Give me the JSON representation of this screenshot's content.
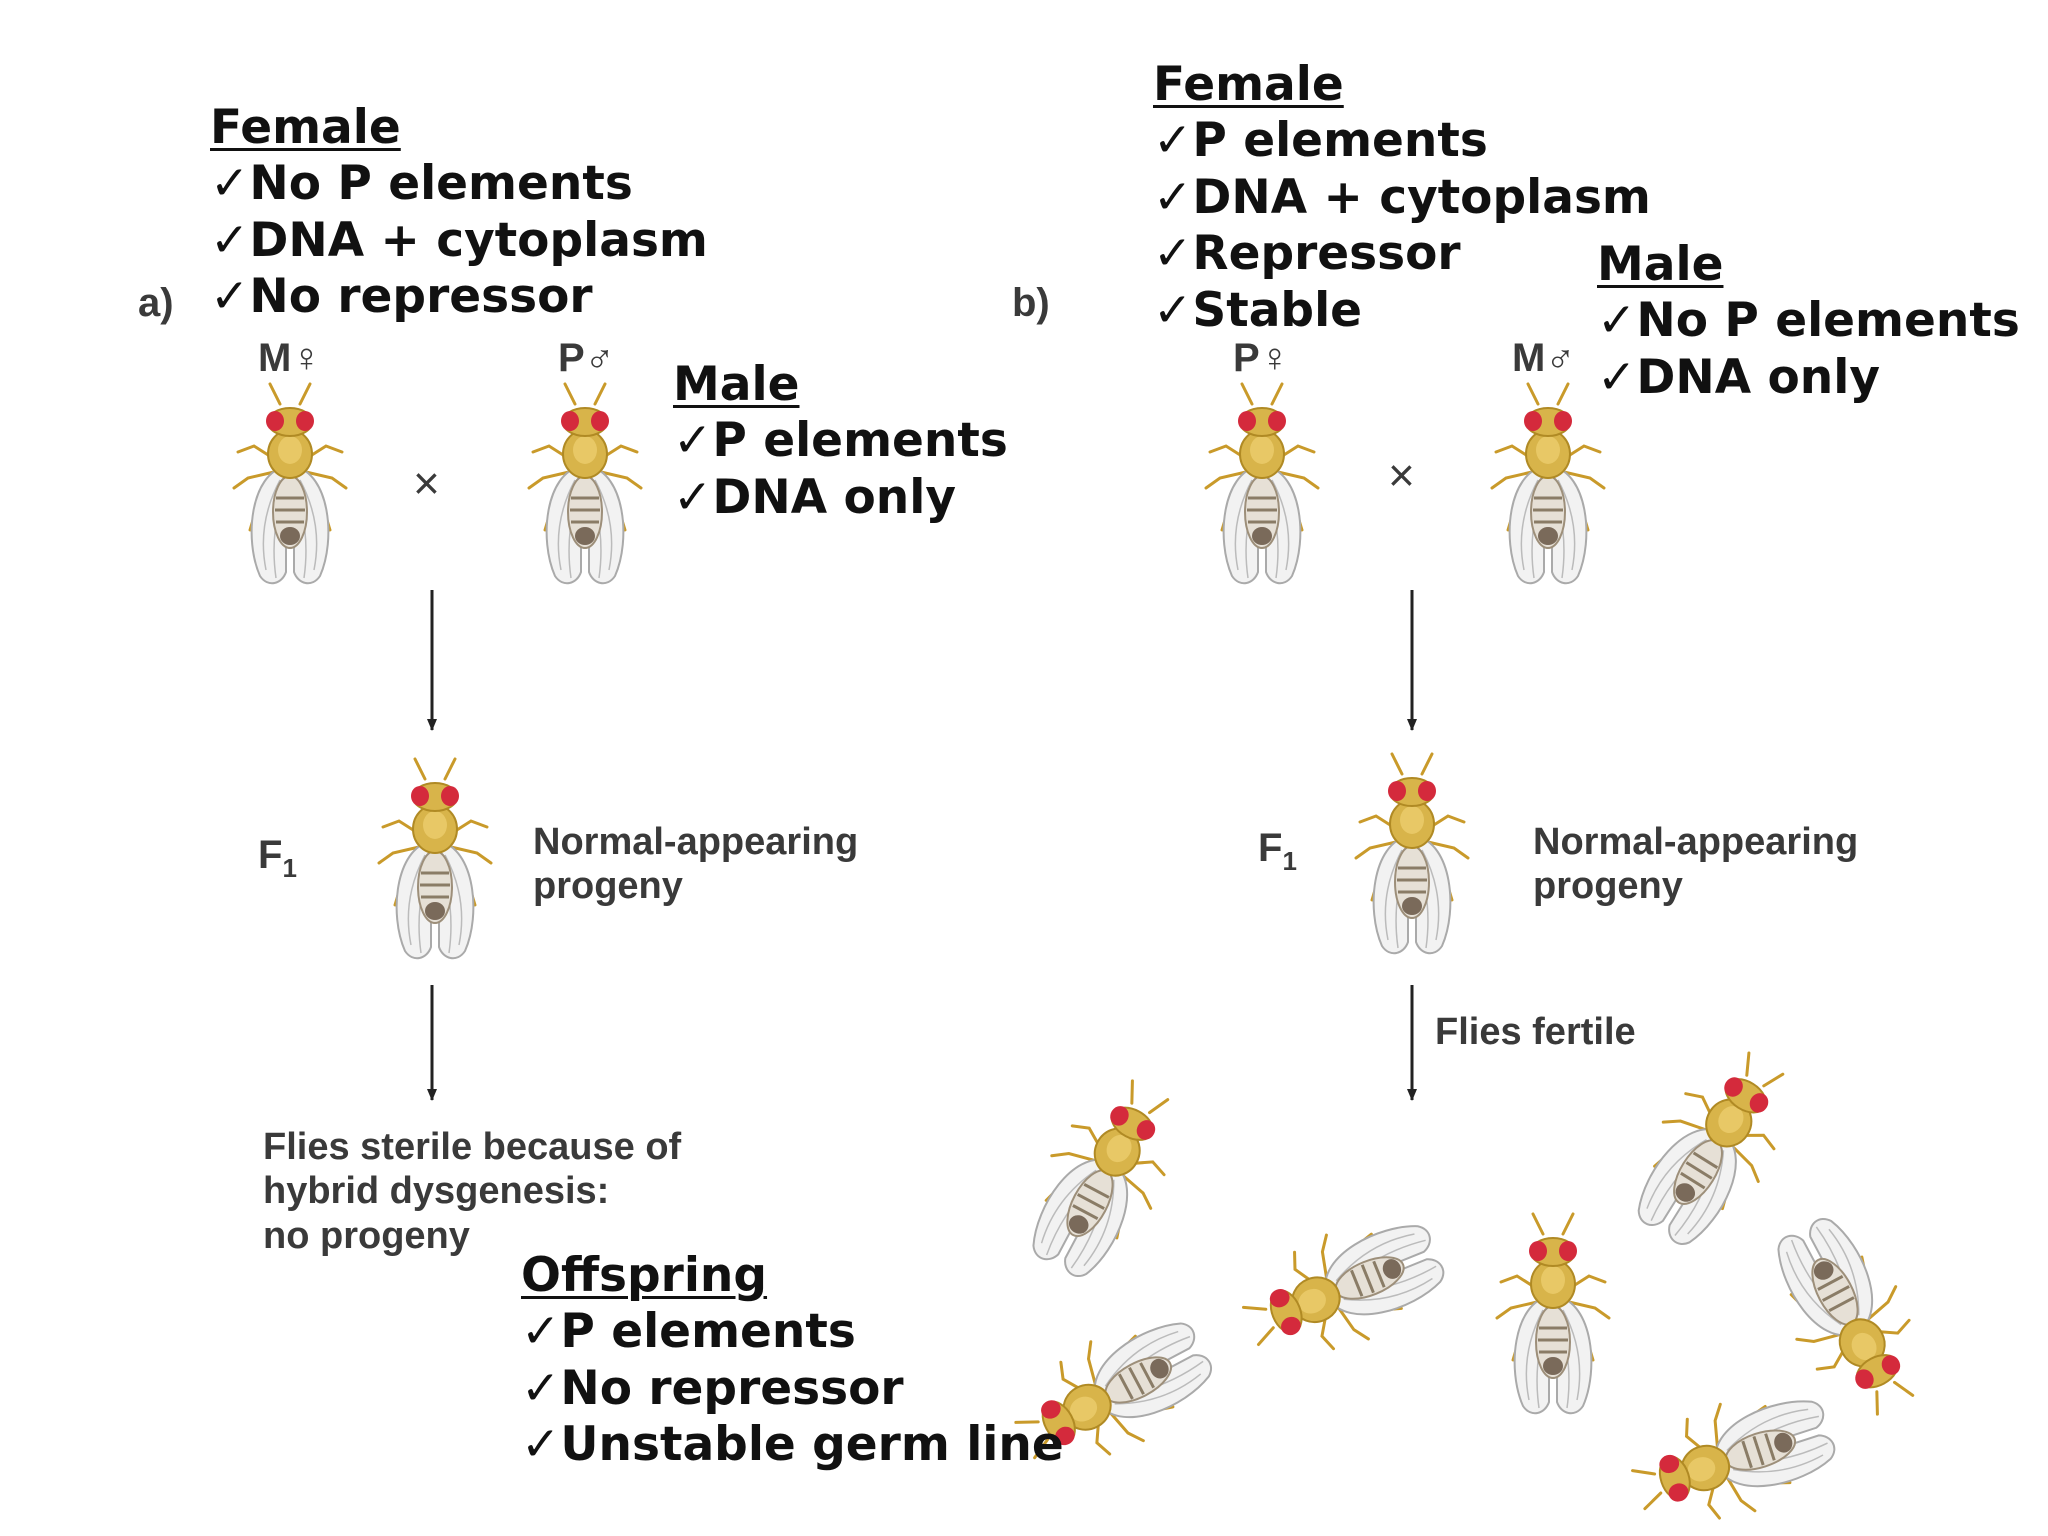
{
  "panel_a": {
    "label": "a)",
    "female_info": {
      "heading": "Female",
      "items": [
        "No P elements",
        "DNA + cytoplasm",
        "No repressor"
      ]
    },
    "male_info": {
      "heading": "Male",
      "items": [
        "P elements",
        "DNA only"
      ]
    },
    "female_symbol": "M♀",
    "male_symbol": "P♂",
    "cross_symbol": "×",
    "f1_label": "F",
    "f1_subscript": "1",
    "f1_caption": [
      "Normal-appearing",
      "progeny"
    ],
    "outcome_caption": [
      "Flies sterile because of",
      "hybrid dysgenesis:",
      "no progeny"
    ],
    "offspring_info": {
      "heading": "Offspring",
      "items": [
        "P elements",
        "No repressor",
        "Unstable germ line"
      ]
    }
  },
  "panel_b": {
    "label": "b)",
    "female_info": {
      "heading": "Female",
      "items": [
        "P elements",
        "DNA + cytoplasm",
        "Repressor",
        "Stable"
      ]
    },
    "male_info": {
      "heading": "Male",
      "items": [
        "No P elements",
        "DNA only"
      ]
    },
    "female_symbol": "P♀",
    "male_symbol": "M♂",
    "cross_symbol": "×",
    "f1_label": "F",
    "f1_subscript": "1",
    "f1_caption": [
      "Normal-appearing",
      "progeny"
    ],
    "arrow_caption": "Flies fertile"
  },
  "colors": {
    "fly_body": "#d8b44a",
    "fly_eye": "#d42a3c",
    "fly_wing": "#eeeeee",
    "arrow": "#222222"
  }
}
